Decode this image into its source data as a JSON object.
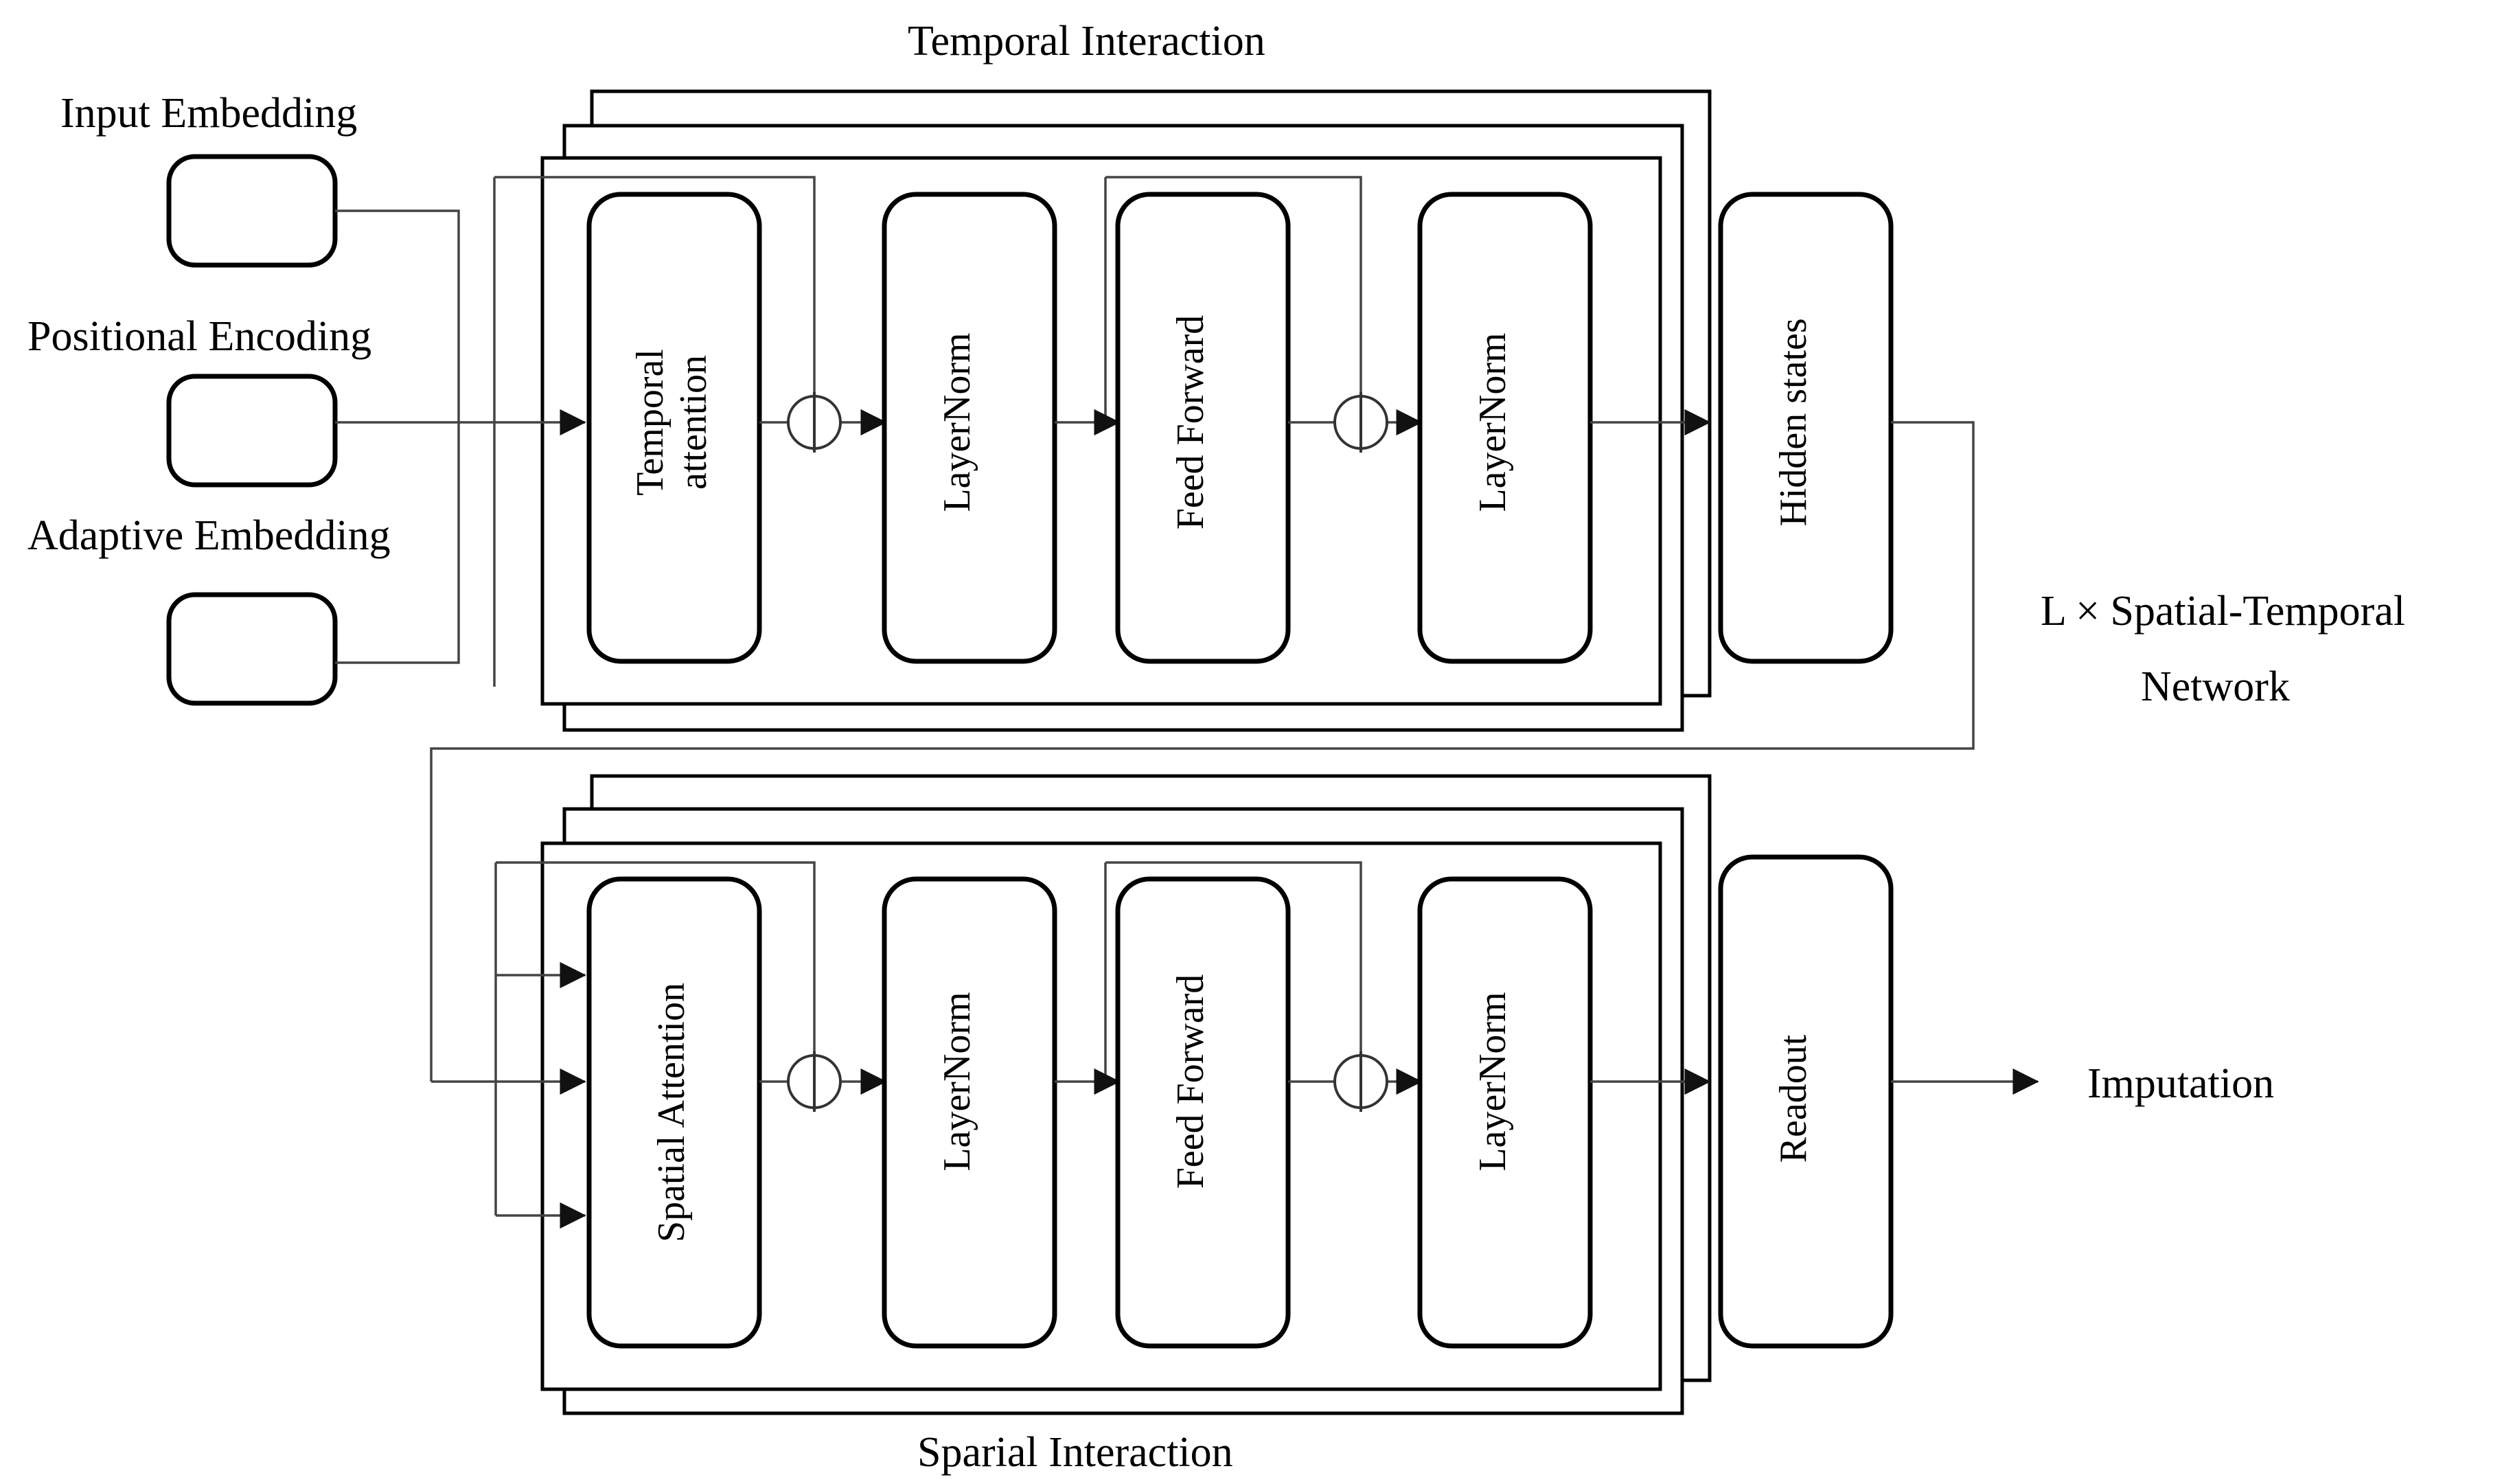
{
  "diagram": {
    "title_top": "Temporal Interaction",
    "title_bottom": "Sparial Interaction",
    "side_label_line1": "L × Spatial-Temporal",
    "side_label_line2": "Network",
    "output_label": "Imputation"
  },
  "inputs": {
    "items": [
      {
        "label": "Input Embedding"
      },
      {
        "label": "Positional  Encoding"
      },
      {
        "label": "Adaptive  Embedding"
      }
    ]
  },
  "temporal_block": {
    "stack_count": 3,
    "nodes": [
      {
        "label_line1": "Temporal",
        "label_line2": "attention"
      },
      {
        "label_line1": "LayerNorm",
        "label_line2": ""
      },
      {
        "label_line1": "Feed Forward",
        "label_line2": ""
      },
      {
        "label_line1": "LayerNorm",
        "label_line2": ""
      }
    ],
    "output_node": {
      "label_line1": "Hidden states",
      "label_line2": ""
    },
    "adders": [
      "add-symbol",
      "add-symbol"
    ]
  },
  "spatial_block": {
    "stack_count": 3,
    "nodes": [
      {
        "label_line1": "Spatial Attention",
        "label_line2": ""
      },
      {
        "label_line1": "LayerNorm",
        "label_line2": ""
      },
      {
        "label_line1": "Feed Forward",
        "label_line2": ""
      },
      {
        "label_line1": "LayerNorm",
        "label_line2": ""
      }
    ],
    "output_node": {
      "label_line1": "Readout",
      "label_line2": ""
    },
    "adders": [
      "add-symbol",
      "add-symbol"
    ]
  },
  "colors": {
    "stroke": "#000000",
    "thin_stroke": "#444444",
    "background": "#ffffff"
  }
}
